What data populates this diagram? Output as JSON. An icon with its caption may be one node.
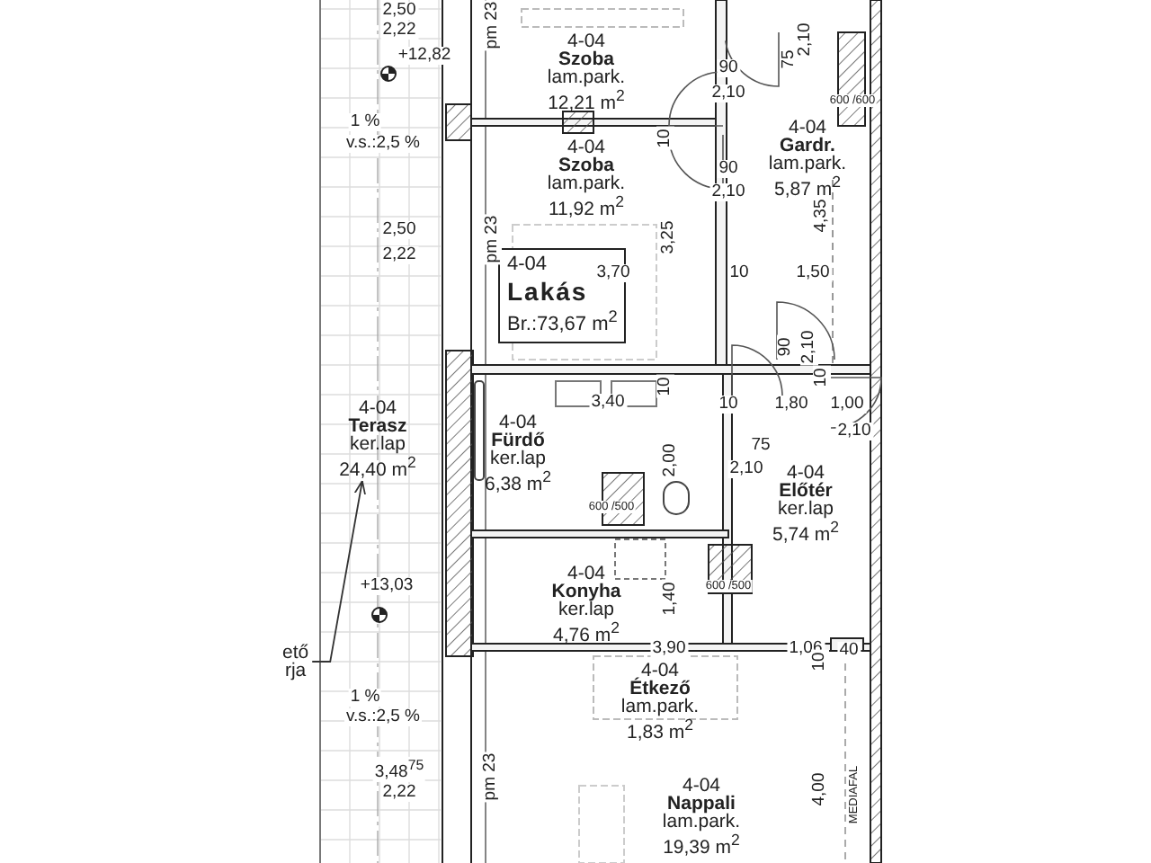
{
  "diagram": {
    "nodes": [
      {
        "text": [
          "4-04",
          "Szoba",
          "lam.park.",
          "12,21 m$^{2}$"
        ]
      },
      {
        "text": [
          "4-04",
          "Gardr.",
          "lam.park.",
          "5,87 m$^{2}$"
        ]
      },
      {
        "text": [
          "4-04",
          "Szoba",
          "lam.park.",
          "11,92 m$^{2}$"
        ]
      },
      {
        "text": [
          "4-04",
          "Lakás",
          "Br.:73,67 m$^{2}$"
        ]
      },
      {
        "text": [
          "4-04",
          "Terasz",
          "ker.lap",
          "24,40 m$^{2}$"
        ]
      },
      {
        "text": [
          "4-04",
          "Fürdő",
          "ker.lap",
          "6,38 m$^{2}$"
        ]
      },
      {
        "text": [
          "4-04",
          "Előtér",
          "ker.lap",
          "5,74 m$^{2}$"
        ]
      },
      {
        "text": [
          "4-04",
          "Konyha",
          "ker.lap",
          "4,76 m$^{2}$"
        ]
      },
      {
        "text": [
          "ető",
          "rja"
        ]
      },
      {
        "text": [
          "4-04",
          "Étkező",
          "lam.park.",
          "1,83 m$^{2}$"
        ]
      },
      {
        "text": [
          "4-04",
          "Nappali",
          "lam.park.",
          "19,39 m$^{2}$"
        ]
      }
    ],
    "edges": [
      {
        "from": 8,
        "to": 4,
        "arrow": "to"
      }
    ],
    "labels": [
      "2,50",
      "2,22",
      "pm 23",
      "+12,82",
      "90",
      "2,10",
      "75",
      "2,10",
      "1 %",
      "600 /600",
      "v.s.:2,5 %",
      "10",
      "90",
      "2,10",
      "4,35",
      "2,50",
      "2,22",
      "pm 23",
      "3,25",
      "3,70",
      "10",
      "1,50",
      "90",
      "2,10",
      "10",
      "3,40",
      "10",
      "1,80",
      "1,00",
      "2,10",
      "10",
      "2,00",
      "75",
      "2,10",
      "600 /500",
      "600 /500",
      "1,40",
      "+13,03",
      "3,90",
      "1,06",
      "10",
      "40",
      "1 %",
      "v.s.:2,5 %",
      "3,48$^{75}$",
      "2,22",
      "pm 23",
      "4,00",
      "MEDIAFAL"
    ]
  }
}
